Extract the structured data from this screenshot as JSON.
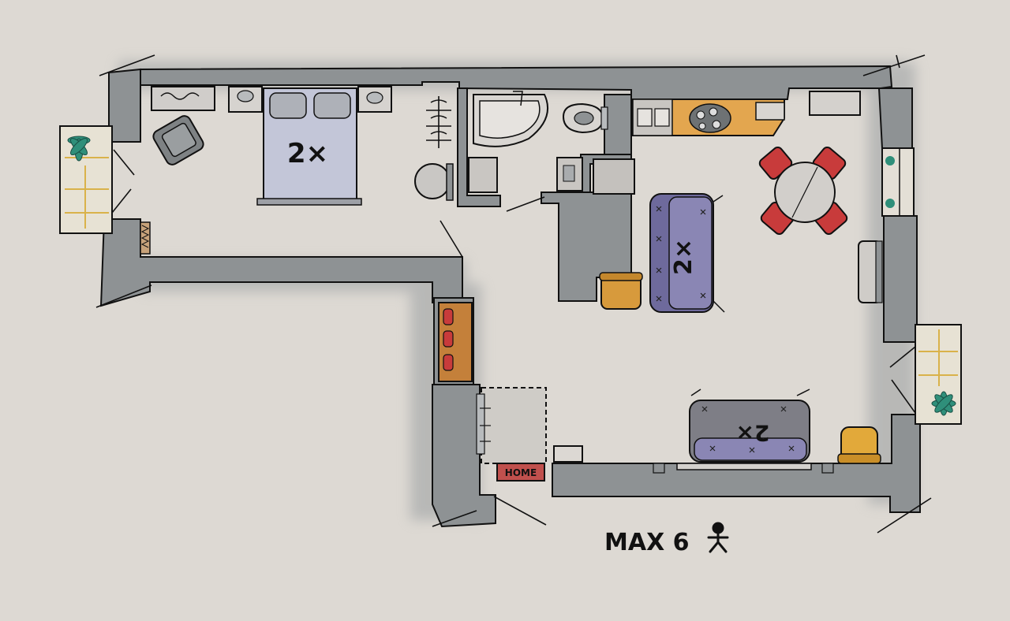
{
  "labels": {
    "bed_capacity": "2×",
    "sofa_capacity": "2×",
    "sofa_bed_capacity": "2×",
    "doormat_text": "HOME",
    "max_occupancy": "MAX 6"
  },
  "colors": {
    "paper": "#ddd9d3",
    "wall": "#8e9294",
    "wall_shadow": "#a9acae",
    "ink": "#111111",
    "kitchen_counter": "#e3a64f",
    "bed_fill": "#b7bcd6",
    "sofa_purple": "#6e6a9c",
    "sofa_grey": "#7e7e86",
    "chair_red": "#c83b3b",
    "stool_orange": "#d79a3c",
    "plant_green": "#2f8f7a",
    "balcony_yellow": "#e8d28a"
  },
  "icons": [
    "person-icon",
    "plant-icon",
    "toilet-icon",
    "bathtub-icon",
    "stove-icon",
    "sink-icon"
  ]
}
